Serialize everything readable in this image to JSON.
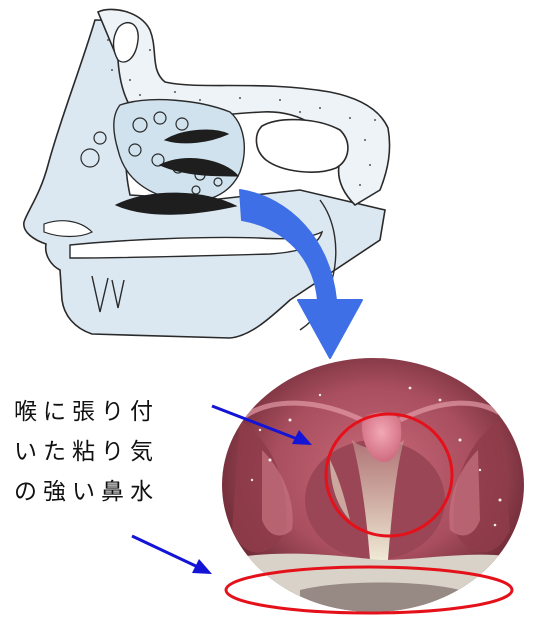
{
  "caption": {
    "lines": [
      "喉に張り付",
      "いた粘り気",
      "の強い鼻水"
    ]
  },
  "colors": {
    "arrow_flow": "#3e6fe6",
    "pointer_arrow": "#1414d6",
    "highlight_circle": "#e5111a",
    "sketch_line": "#2a2a2a",
    "sketch_fill": "#dbe8f2",
    "throat_tissue": "#b05a68"
  },
  "icons": {
    "flow_arrow": "curved-down-arrow",
    "pointer_1": "diagonal-arrow",
    "pointer_2": "diagonal-arrow"
  }
}
